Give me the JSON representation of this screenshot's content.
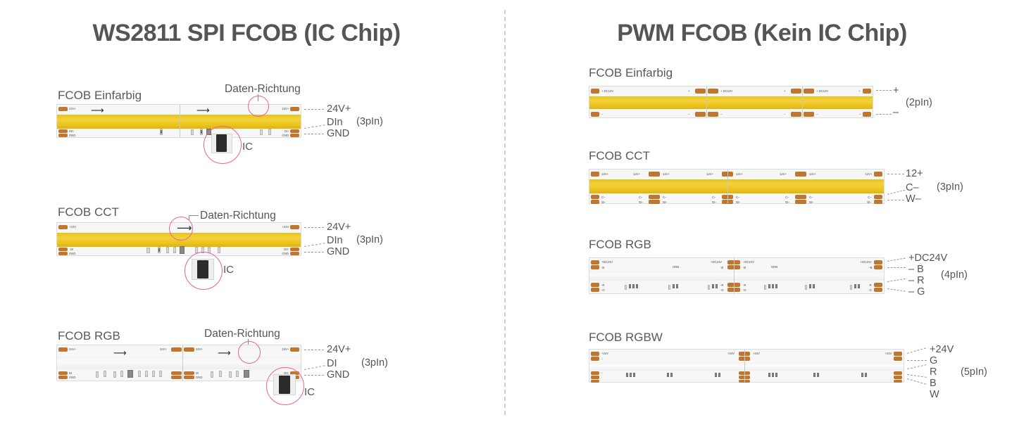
{
  "panels": {
    "left": {
      "title": "WS2811 SPI FCOB (IC Chip)",
      "blocks": [
        {
          "label": "FCOB Einfarbig",
          "callout": "Daten-Richtung",
          "ic_tag": "IC",
          "pins": [
            "24V+",
            "DIn",
            "GND"
          ],
          "pin_count": "(3pIn)",
          "pad_labels_left": [
            "24V+",
            "DIn",
            "GND"
          ],
          "pad_labels_right": [
            "24V+",
            "Do",
            "GND"
          ],
          "emitter": "yellow"
        },
        {
          "label": "FCOB CCT",
          "callout": "Daten-Richtung",
          "ic_tag": "IC",
          "pins": [
            "24V+",
            "DIn",
            "GND"
          ],
          "pin_count": "(3pIn)",
          "pad_labels_left": [
            "+24V",
            "DI",
            "GND"
          ],
          "pad_labels_right": [
            "+24V",
            "DO",
            "GND"
          ],
          "emitter": "yellow"
        },
        {
          "label": "FCOB RGB",
          "callout": "Daten-Richtung",
          "ic_tag": "IC",
          "pins": [
            "24V+",
            "DI",
            "GND"
          ],
          "pin_count": "(3pIn)",
          "pad_labels_left": [
            "24V+",
            "DI",
            "GND"
          ],
          "pad_labels_right": [
            "24V+",
            "DO",
            "GND"
          ],
          "emitter": "white"
        }
      ]
    },
    "right": {
      "title": "PWM FCOB (Kein IC Chip)",
      "blocks": [
        {
          "label": "FCOB Einfarbig",
          "pins": [
            "+",
            "–"
          ],
          "pin_count": "(2pIn)",
          "pad_label": "+ DC12V",
          "pad_label_neg": "–",
          "emitter": "yellow"
        },
        {
          "label": "FCOB CCT",
          "pins": [
            "12+",
            "C–",
            "W–"
          ],
          "pin_count": "(3pIn)",
          "pad_label": "12V+",
          "pad_label_c": "C–",
          "pad_label_w": "W–",
          "emitter": "yellow"
        },
        {
          "label": "FCOB RGB",
          "pins": [
            "+DC24V",
            "– B",
            "– R",
            "– G"
          ],
          "pin_count": "(4pIn)",
          "pad_label": "+DC24V",
          "emitter": "white"
        },
        {
          "label": "FCOB RGBW",
          "pins": [
            "+24V",
            "G",
            "R",
            "B",
            "W"
          ],
          "pin_count": "(5pIn)",
          "pad_label": "+24V",
          "emitter": "white"
        }
      ]
    }
  },
  "colors": {
    "emitter_yellow": "#edc520",
    "pad_copper": "#c0762c",
    "highlight_pink": "#ec5fa6",
    "text_gray": "#595959",
    "title_gray": "#555555",
    "divider_gray": "#cfcfcf"
  }
}
